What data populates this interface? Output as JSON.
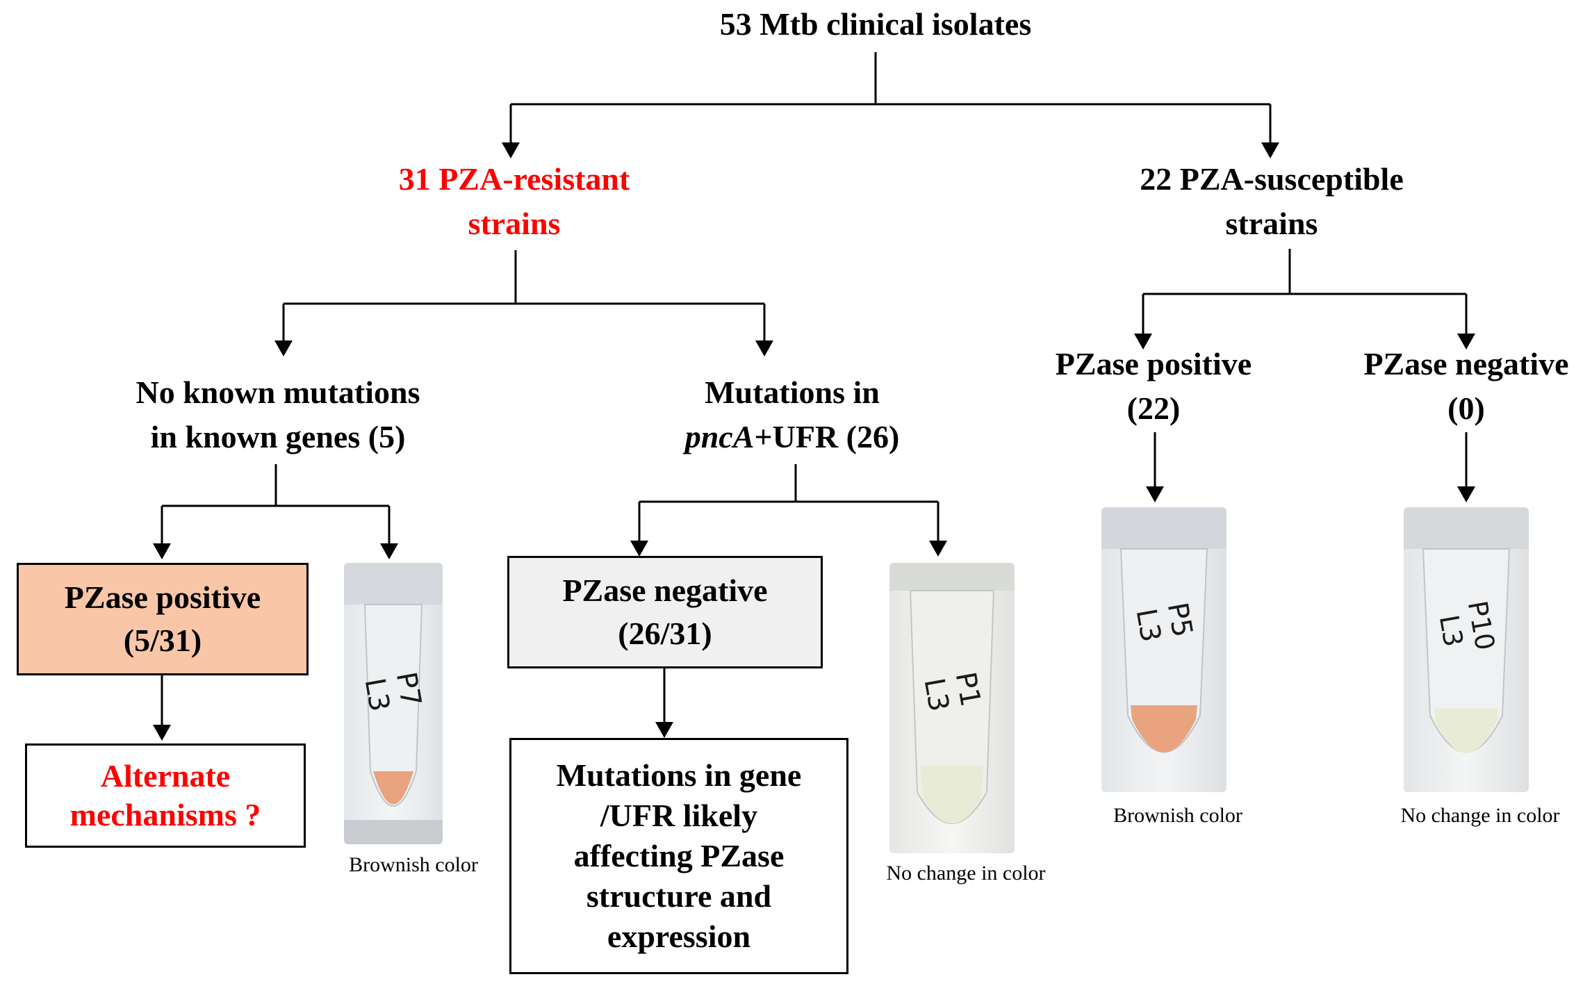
{
  "colors": {
    "line": "#000000",
    "resistant_text": "#ff0000",
    "pzase_positive_fill": "#f9c7a8",
    "pzase_negative_fill": "#f0f0f0",
    "brownish_liquid": "#e9a37f",
    "clear_liquid": "#e8ecd6"
  },
  "root": {
    "label": "53 Mtb clinical isolates"
  },
  "resistant": {
    "line1": "31 PZA-resistant",
    "line2": "strains",
    "no_mutation": {
      "line1": "No known mutations",
      "line2": "in known genes (5)",
      "pzase_box": {
        "line1": "PZase positive",
        "line2": "(5/31)"
      },
      "alternate_box": {
        "line1": "Alternate",
        "line2": "mechanisms ?"
      },
      "tube": {
        "label": "P7 L3",
        "caption": "Brownish color"
      }
    },
    "mutation": {
      "line1": "Mutations in",
      "gene_italic": "pncA",
      "line2_rest": "+UFR (26)",
      "pzase_box": {
        "line1": "PZase negative",
        "line2": "(26/31)"
      },
      "effect_box": {
        "line1": "Mutations in gene",
        "line2": "/UFR likely",
        "line3": "affecting PZase",
        "line4": "structure and",
        "line5": "expression"
      },
      "tube": {
        "label": "P1 L3",
        "caption": "No change in color"
      }
    }
  },
  "susceptible": {
    "line1": "22 PZA-susceptible",
    "line2": "strains",
    "positive": {
      "line1": "PZase positive",
      "line2": "(22)",
      "tube": {
        "label": "P5 L3",
        "caption": "Brownish color"
      }
    },
    "negative": {
      "line1": "PZase negative",
      "line2": "(0)",
      "tube": {
        "label": "P10 L3",
        "caption": "No change in color"
      }
    }
  }
}
